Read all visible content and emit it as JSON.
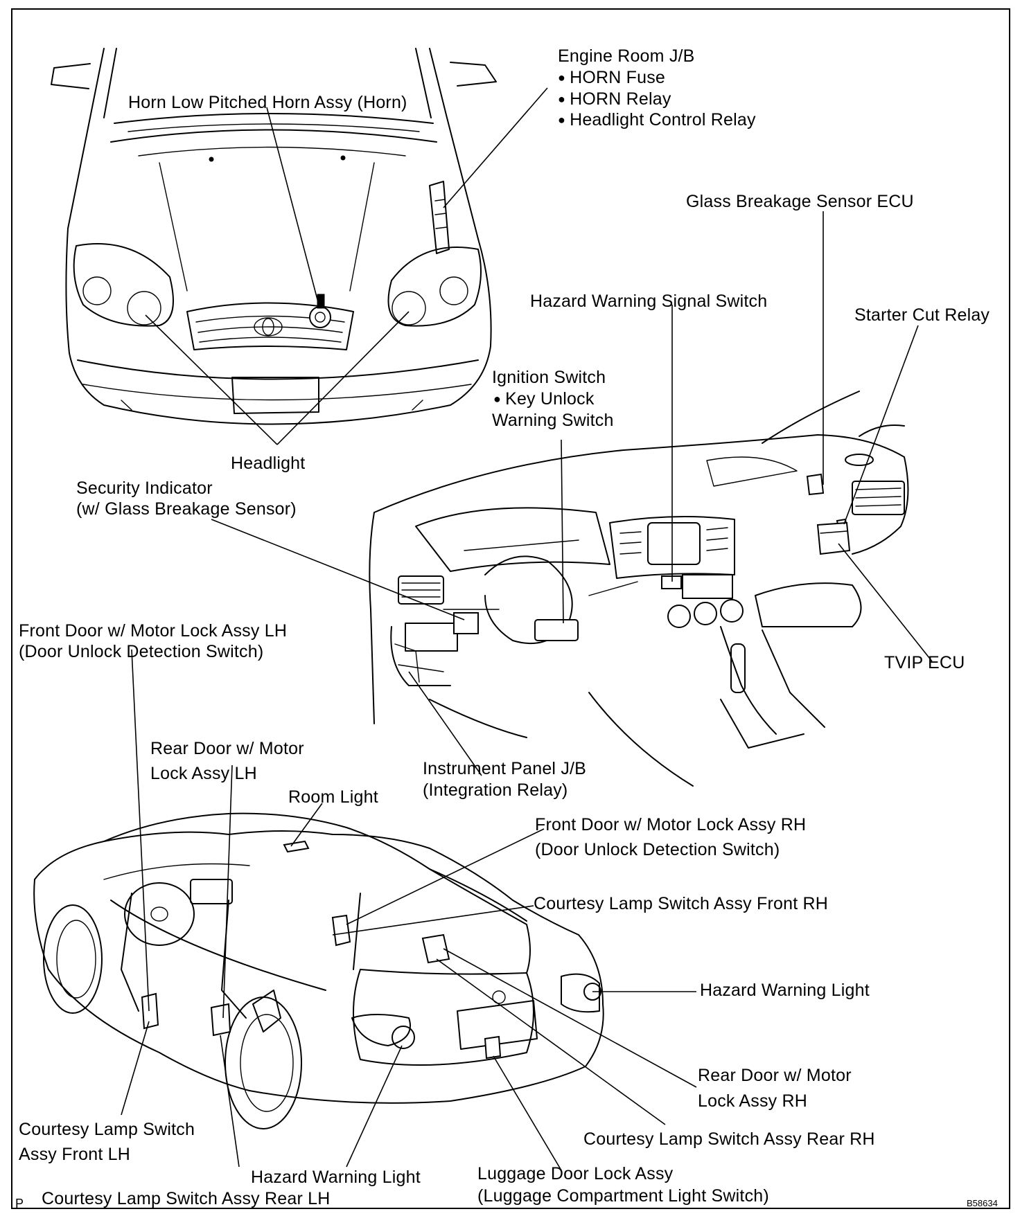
{
  "labels": {
    "engine_room_jb": "Engine Room J/B",
    "horn_fuse": "HORN Fuse",
    "horn_relay": "HORN Relay",
    "headlight_control_relay": "Headlight Control Relay",
    "horn": "Horn Low Pitched Horn Assy (Horn)",
    "glass_breakage_sensor_ecu": "Glass Breakage Sensor ECU",
    "hazard_warning_signal_switch": "Hazard Warning Signal Switch",
    "starter_cut_relay": "Starter Cut Relay",
    "ignition_switch": "Ignition Switch",
    "key_unlock_line1": "Key Unlock",
    "key_unlock_line2": "Warning Switch",
    "headlight": "Headlight",
    "security_indicator_line1": "Security Indicator",
    "security_indicator_line2": "(w/ Glass Breakage Sensor)",
    "front_door_lh_line1": "Front Door w/ Motor Lock Assy LH",
    "front_door_lh_line2": "(Door Unlock Detection Switch)",
    "tvip_ecu": "TVIP ECU",
    "rear_door_lh_line1": "Rear Door w/ Motor",
    "rear_door_lh_line2": "Lock Assy LH",
    "instrument_panel_jb_line1": "Instrument Panel J/B",
    "instrument_panel_jb_line2": "(Integration Relay)",
    "room_light": "Room Light",
    "front_door_rh_line1": "Front Door w/ Motor Lock Assy RH",
    "front_door_rh_line2": "(Door Unlock Detection Switch)",
    "courtesy_front_rh": "Courtesy Lamp Switch Assy Front RH",
    "hazard_warning_light_rh": "Hazard Warning Light",
    "rear_door_rh_line1": "Rear Door w/ Motor",
    "rear_door_rh_line2": "Lock Assy RH",
    "courtesy_rear_rh": "Courtesy Lamp Switch Assy Rear RH",
    "courtesy_front_lh_line1": "Courtesy Lamp Switch",
    "courtesy_front_lh_line2": "Assy Front LH",
    "hazard_warning_light_rear": "Hazard Warning Light",
    "luggage_line1": "Luggage Door Lock Assy",
    "luggage_line2": "(Luggage Compartment Light Switch)",
    "courtesy_rear_lh": "Courtesy Lamp Switch Assy Rear LH"
  },
  "footer": {
    "page_mark": "P",
    "figure_code": "B58634"
  }
}
